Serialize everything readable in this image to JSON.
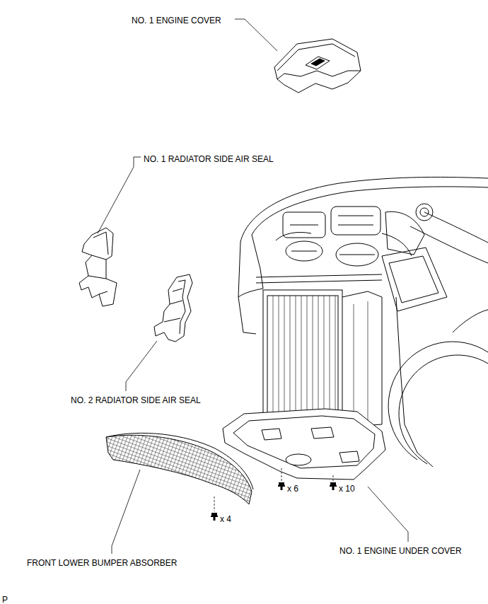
{
  "diagram": {
    "labels": [
      "NO. 1 ENGINE COVER",
      "NO. 1 RADIATOR SIDE AIR SEAL",
      "NO. 2 RADIATOR SIDE AIR SEAL",
      "x 6",
      "x 10",
      "x 4",
      "FRONT LOWER BUMPER ABSORBER",
      "NO. 1 ENGINE UNDER COVER",
      "P"
    ]
  }
}
